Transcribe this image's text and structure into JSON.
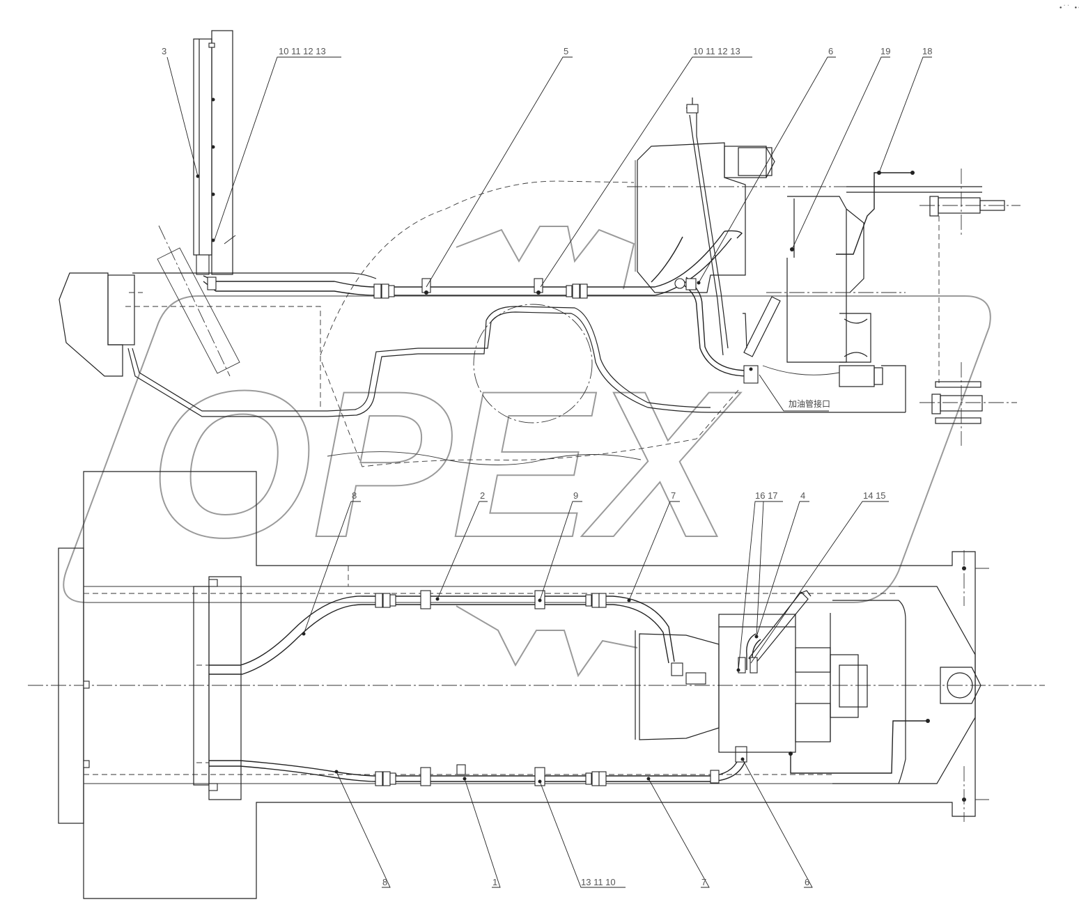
{
  "labels": {
    "top": [
      "3",
      "10  11  12  13",
      "5",
      "10  11  12  13",
      "6",
      "19",
      "18"
    ],
    "middle": [
      "8",
      "2",
      "9",
      "7",
      "16  17",
      "4",
      "14  15"
    ],
    "bottom": [
      "8",
      "1",
      "13  11  10",
      "7",
      "6"
    ]
  },
  "note": "加油管接口",
  "watermark": "OPEX",
  "corner_mark": "•˙˙ •••"
}
